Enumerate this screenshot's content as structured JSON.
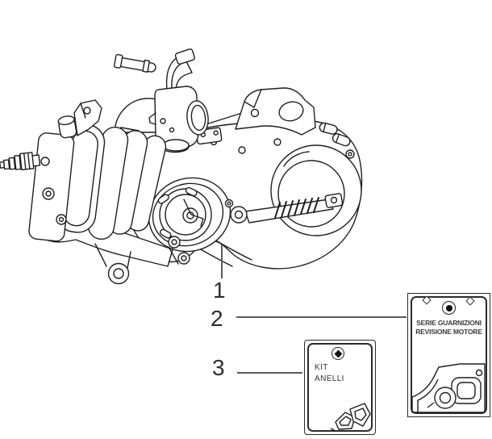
{
  "colors": {
    "background": "#ffffff",
    "line_art": "#1f1f1f",
    "callout_line": "#5a5a5a",
    "callout_text": "#2e2e2e"
  },
  "diagram_name": "engine-assembly-parts-diagram",
  "callouts": {
    "c1": {
      "label": "1"
    },
    "c2": {
      "label": "2"
    },
    "c3": {
      "label": "3"
    }
  },
  "parts_bags": {
    "gasket_set": {
      "line1": "SERIE GUARNIZIONI",
      "line2": "REVISIONE MOTORE"
    },
    "ring_kit": {
      "line1": "KIT",
      "line2": "ANELLI"
    }
  }
}
